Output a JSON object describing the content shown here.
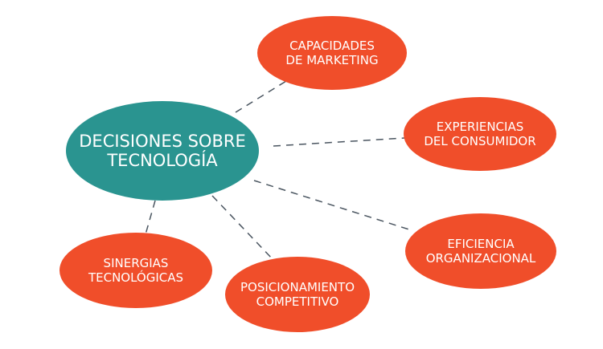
{
  "colors": {
    "center": "#2a9490",
    "satellite": "#f04e2a",
    "connector": "#4a5560"
  },
  "center": {
    "line1": "DECISIONES SOBRE",
    "line2": "TECNOLOGÍA"
  },
  "nodes": [
    {
      "line1": "CAPACIDADES",
      "line2": "DE MARKETING"
    },
    {
      "line1": "EXPERIENCIAS",
      "line2": "DEL CONSUMIDOR"
    },
    {
      "line1": "EFICIENCIA",
      "line2": "ORGANIZACIONAL"
    },
    {
      "line1": "POSICIONAMIENTO",
      "line2": "COMPETITIVO"
    },
    {
      "line1": "SINERGIAS",
      "line2": "TECNOLÓGICAS"
    }
  ]
}
